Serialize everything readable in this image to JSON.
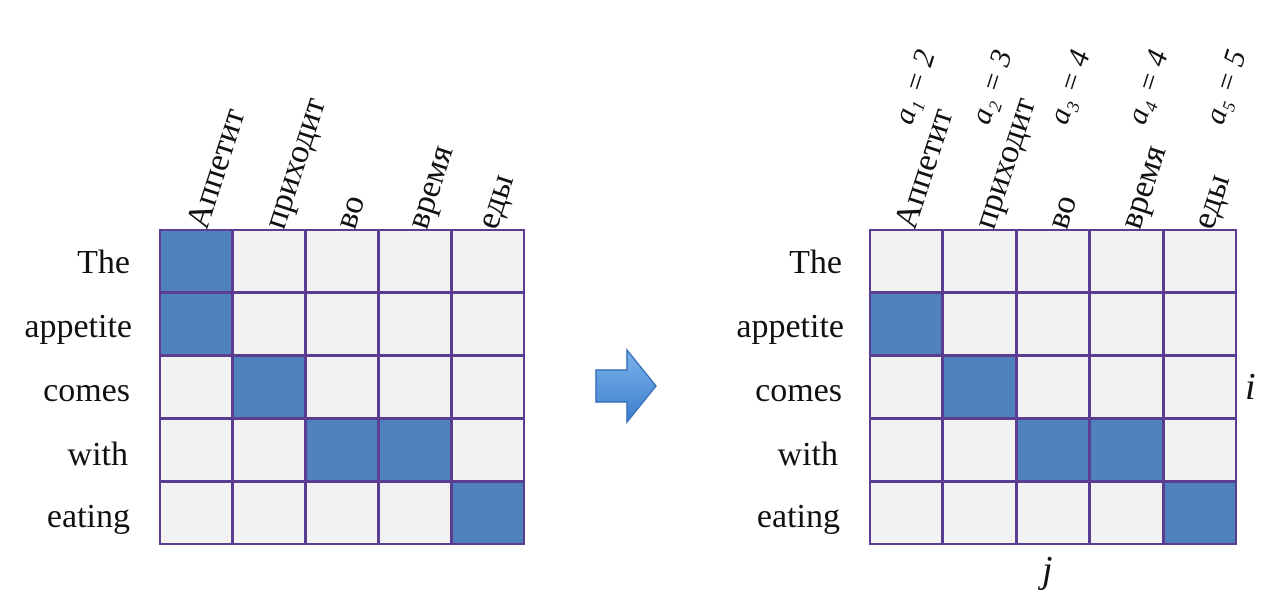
{
  "colors": {
    "on": "#4f81bd",
    "off": "#f2f2f2",
    "border": "#5b3d92"
  },
  "rows": [
    "The",
    "appetite",
    "comes",
    "with",
    "eating"
  ],
  "cols": [
    "Аппетит",
    "приходит",
    "во",
    "время",
    "еды"
  ],
  "left_matrix": [
    [
      1,
      0,
      0,
      0,
      0
    ],
    [
      1,
      0,
      0,
      0,
      0
    ],
    [
      0,
      1,
      0,
      0,
      0
    ],
    [
      0,
      0,
      1,
      1,
      0
    ],
    [
      0,
      0,
      0,
      0,
      1
    ]
  ],
  "right_matrix": [
    [
      0,
      0,
      0,
      0,
      0
    ],
    [
      1,
      0,
      0,
      0,
      0
    ],
    [
      0,
      1,
      0,
      0,
      0
    ],
    [
      0,
      0,
      1,
      1,
      0
    ],
    [
      0,
      0,
      0,
      0,
      1
    ]
  ],
  "alignments": [
    "a₁ = 2",
    "a₂ = 3",
    "a₃ = 4",
    "a₄ = 4",
    "a₅ = 5"
  ],
  "axis": {
    "i": "i",
    "j": "j"
  },
  "arrow_icon": "right-arrow-icon"
}
